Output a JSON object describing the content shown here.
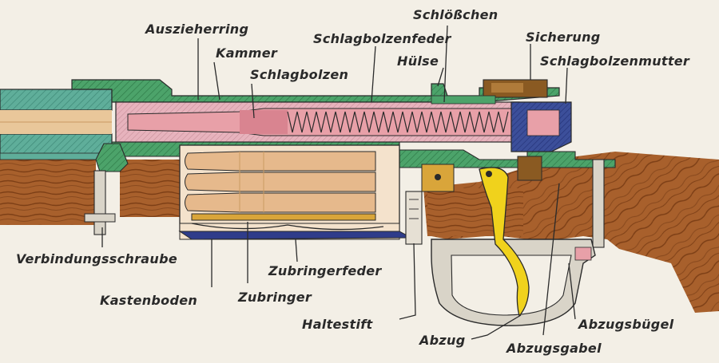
{
  "labels": {
    "auszieherring": "Auszieherring",
    "kammer": "Kammer",
    "schlagbolzen": "Schlagbolzen",
    "schlagbolzenfeder": "Schlagbolzenfeder",
    "schloesschen": "Schlößchen",
    "sicherung": "Sicherung",
    "huelse": "Hülse",
    "schlagbolzenmutter": "Schlagbolzenmutter",
    "verbindungsschraube": "Verbindungsschraube",
    "zubringerfeder": "Zubringerfeder",
    "kastenboden": "Kastenboden",
    "zubringer": "Zubringer",
    "haltestift": "Haltestift",
    "abzugsbuegel": "Abzugsbügel",
    "abzug": "Abzug",
    "abzugsgabel": "Abzugsgabel"
  },
  "colors": {
    "background": "#f3efe6",
    "wood": "#a8602c",
    "wood_grain": "#7d3f16",
    "wood_light": "#c98a52",
    "metal_teal": "#5fae9a",
    "metal_green": "#4ca36a",
    "bolt_pink": "#e8a0a8",
    "bolt_pink_dark": "#c9707c",
    "magazine_fill": "#f4e2cc",
    "cartridge": "#e6b98c",
    "nut_blue": "#3c4f9a",
    "trigger_yellow": "#f0d21c",
    "safety_brown": "#8a5a22",
    "trigger_guard": "#d9d4c8",
    "floorplate_blue": "#2f3c8a",
    "outline": "#2a2a2a"
  }
}
